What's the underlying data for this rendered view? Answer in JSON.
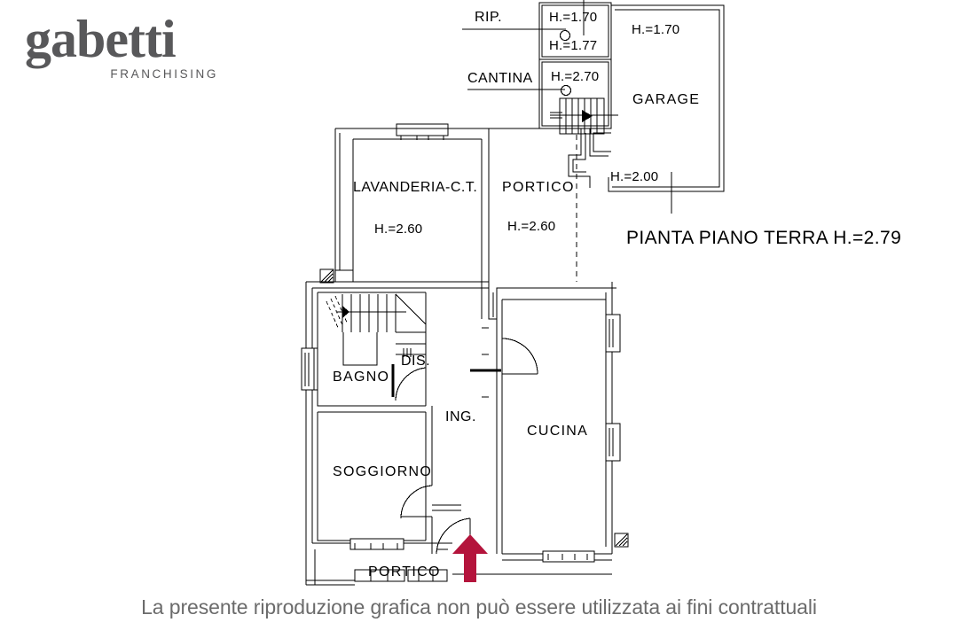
{
  "logo": {
    "wordmark": "gabetti",
    "tagline": "FRANCHISING",
    "color": "#58585a"
  },
  "plan": {
    "title": "PIANTA PIANO TERRA  H.=2.79",
    "accent_color": "#b4143c",
    "line_color": "#000000",
    "callouts": [
      {
        "name": "rip-callout",
        "label": "RIP."
      },
      {
        "name": "cantina-callout",
        "label": "CANTINA"
      }
    ],
    "rooms": [
      {
        "name": "rip",
        "label": "",
        "height_upper": "H.=1.70",
        "height_lower": "H.=1.77"
      },
      {
        "name": "cantina",
        "label": "",
        "height": "H.=2.70"
      },
      {
        "name": "garage",
        "label": "GARAGE",
        "height": "H.=1.70",
        "height_secondary": "H.=2.00"
      },
      {
        "name": "lavanderia",
        "label": "LAVANDERIA-C.T.",
        "height": "H.=2.60"
      },
      {
        "name": "portico-top",
        "label": "PORTICO",
        "height": "H.=2.60"
      },
      {
        "name": "bagno",
        "label": "BAGNO"
      },
      {
        "name": "disimpegno",
        "label": "DIS."
      },
      {
        "name": "ingresso",
        "label": "ING."
      },
      {
        "name": "soggiorno",
        "label": "SOGGIORNO"
      },
      {
        "name": "cucina",
        "label": "CUCINA"
      },
      {
        "name": "portico-bottom",
        "label": "PORTICO"
      }
    ],
    "entrance_marker": "entrance-arrow-icon"
  },
  "footer": {
    "disclaimer": "La presente riproduzione grafica non può essere utilizzata ai fini contrattuali"
  }
}
